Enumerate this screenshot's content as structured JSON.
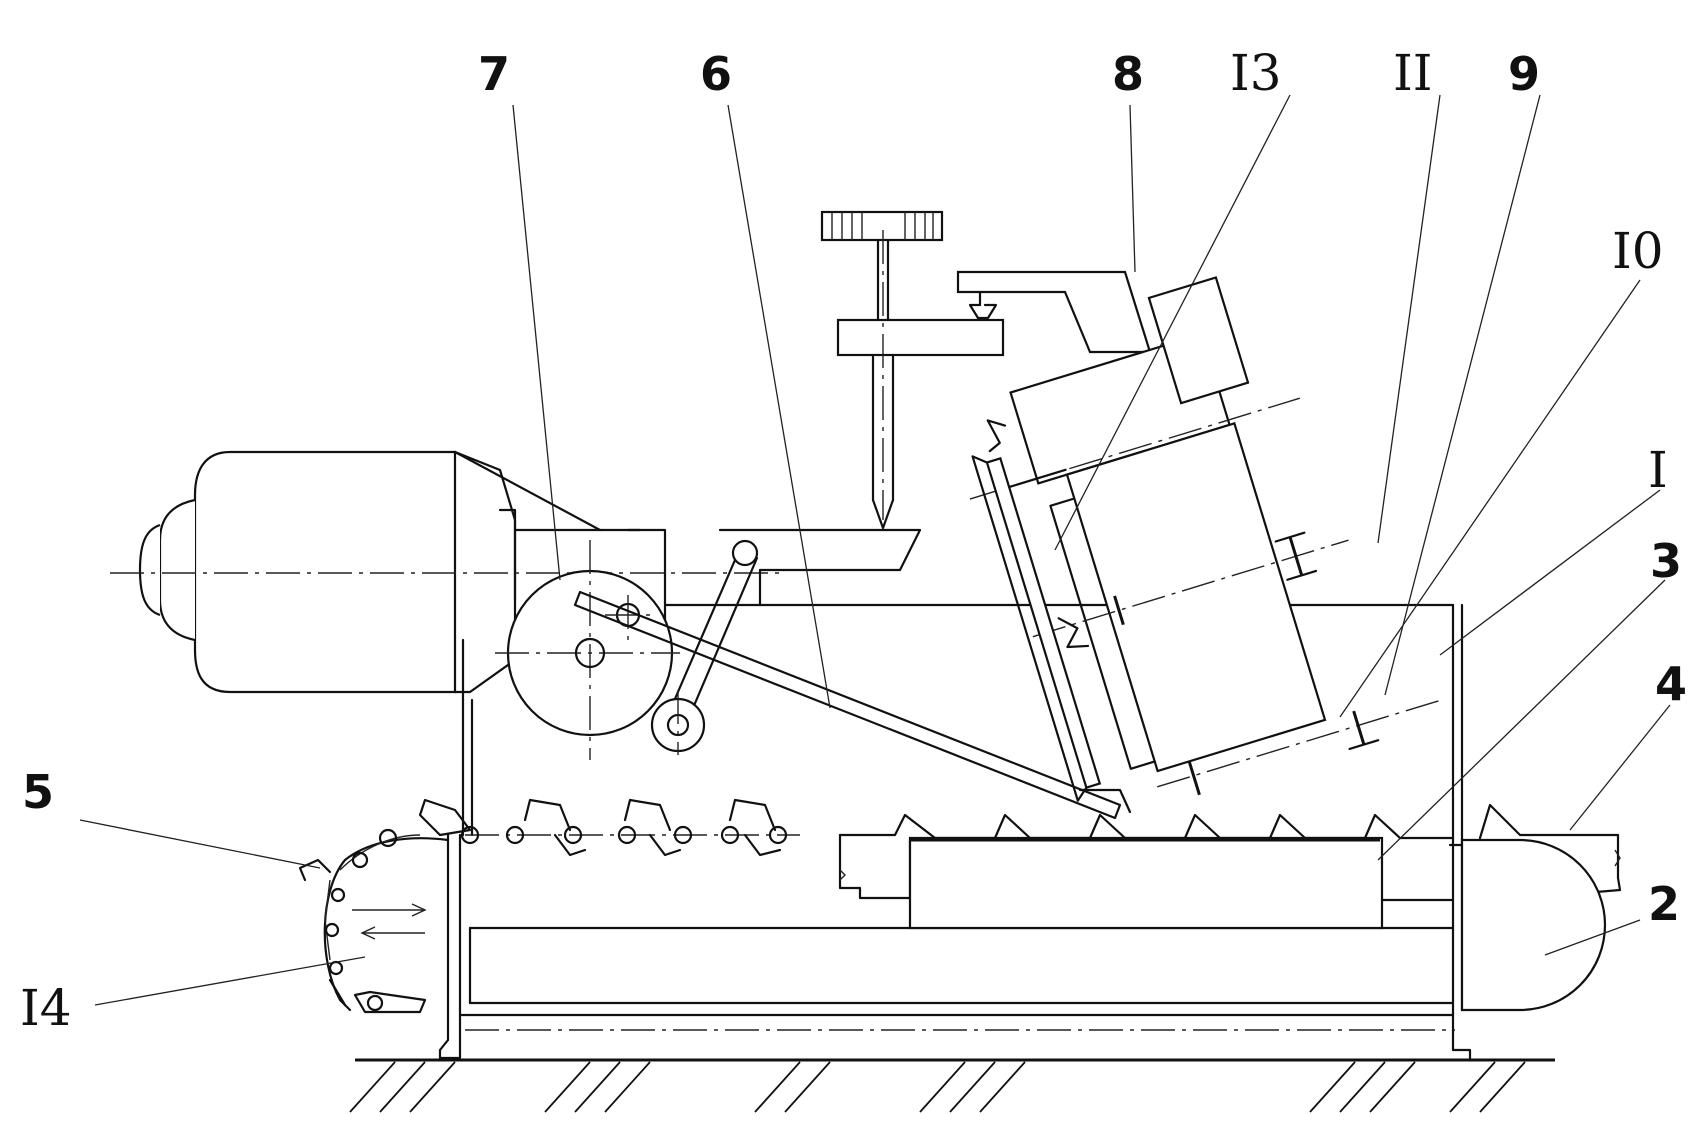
{
  "labels": {
    "l7": "7",
    "l6": "6",
    "l8": "8",
    "l13": "I3",
    "l11": "II",
    "l9": "9",
    "l10": "I0",
    "l1": "I",
    "l3": "3",
    "l4": "4",
    "l2": "2",
    "l5": "5",
    "l14": "I4"
  }
}
